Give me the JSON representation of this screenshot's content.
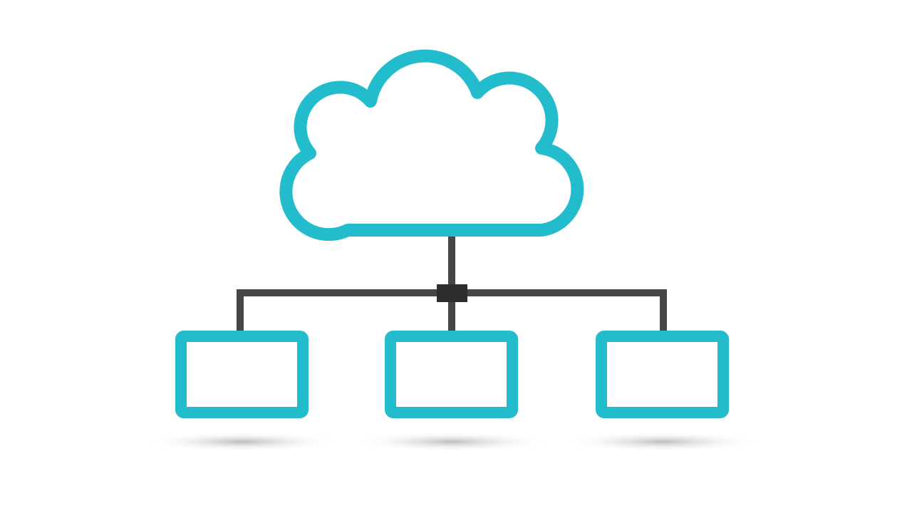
{
  "colors": {
    "background": "#ffffff",
    "cloud_stroke": "#22bccd",
    "device_stroke": "#22bccd",
    "connector_line": "#464646",
    "hub": "#2e2e2e",
    "shadow": "#bdbdbd"
  },
  "icons": [
    "cloud-icon",
    "network-hub-icon",
    "device-icon",
    "device-icon",
    "device-icon"
  ],
  "devices": [
    {
      "id": "left"
    },
    {
      "id": "center"
    },
    {
      "id": "right"
    }
  ]
}
